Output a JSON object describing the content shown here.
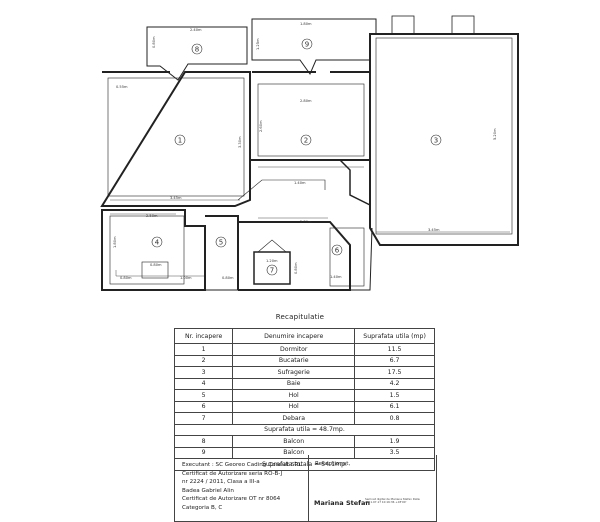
{
  "plan": {
    "rooms": [
      "1",
      "2",
      "3",
      "4",
      "5",
      "6",
      "7",
      "8",
      "9"
    ],
    "dims": {
      "top_balcony": "2.40m",
      "top_wc": "1.80m",
      "r1_top": "3.30m",
      "r1_bottom": "3.45m",
      "r1_left_note": "0.55m",
      "r2_top": "2.80m",
      "r2_side": "2.60m",
      "r2_bottom": "2.80m",
      "r3_side": "5.20m",
      "r3_bottom": "3.45m",
      "corner": "1.40m",
      "r4_top": "2.50m",
      "r4_left": "1.80m",
      "r4_b1": "0.80m",
      "r4_b2": "0.80m",
      "r4_b3": "1.00m",
      "r5_b": "0.80m",
      "r6_b": "1.40m",
      "r7_top": "1.20m",
      "r7_side": "0.80m",
      "r8_h": "0.80m",
      "r9_h": "1.25m"
    }
  },
  "title": "Recapitulatie",
  "table": {
    "headers": [
      "Nr. incapere",
      "Denumire incapere",
      "Suprafata utila (mp)"
    ],
    "rows": [
      {
        "nr": "1",
        "name": "Dormitor",
        "area": "11.5"
      },
      {
        "nr": "2",
        "name": "Bucatarie",
        "area": "6.7"
      },
      {
        "nr": "3",
        "name": "Sufragerie",
        "area": "17.5"
      },
      {
        "nr": "4",
        "name": "Baie",
        "area": "4.2"
      },
      {
        "nr": "5",
        "name": "Hol",
        "area": "1.5"
      },
      {
        "nr": "6",
        "name": "Hol",
        "area": "6.1"
      },
      {
        "nr": "7",
        "name": "Debara",
        "area": "0.8"
      }
    ],
    "useful_total": "Suprafata utila = 48.7mp.",
    "balcony_rows": [
      {
        "nr": "8",
        "name": "Balcon",
        "area": "1.9"
      },
      {
        "nr": "9",
        "name": "Balcon",
        "area": "3.5"
      }
    ],
    "grand_total": "Suprafata totala = 54.1mp."
  },
  "footer": {
    "executant": "Executant : SC Georeo Cading Consult SRL",
    "cert1": "Certificat de Autorizare seria RO-B-J",
    "cert2": "nr 2224 / 2011, Clasa a III-a",
    "person": "Badea Gabriel Alin",
    "cert3": "Certificat de Autorizare OT nr 8064",
    "category": "Categoria B, C",
    "received": "Receptionat,",
    "signature_name": "Mariana Stefan",
    "signature_note": "Semnat digital de Mariana Stefan  Data: 2021.07.17 10:16:36 +03'00'"
  }
}
